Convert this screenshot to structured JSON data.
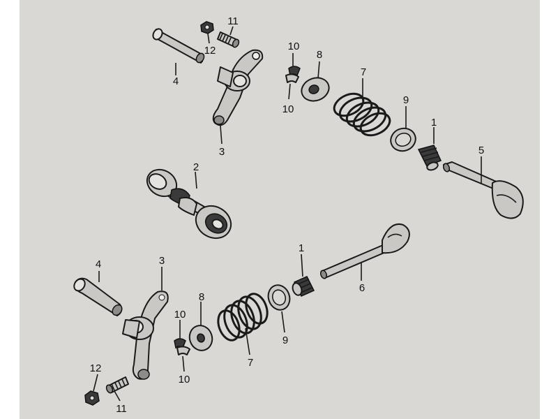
{
  "callouts": {
    "c1_top": "1",
    "c1_bottom": "1",
    "c2": "2",
    "c3_top": "3",
    "c3_bottom": "3",
    "c4_top": "4",
    "c4_bottom": "4",
    "c5": "5",
    "c6": "6",
    "c7_top": "7",
    "c7_bottom": "7",
    "c8_top": "8",
    "c8_bottom": "8",
    "c9_top": "9",
    "c9_bottom": "9",
    "c10_top_a": "10",
    "c10_top_b": "10",
    "c10_bottom_a": "10",
    "c10_bottom_b": "10",
    "c11_top": "11",
    "c11_bottom": "11",
    "c12_top": "12",
    "c12_bottom": "12"
  },
  "colors": {
    "sheet": "#d9d8d5",
    "ink": "#1a1a1a",
    "part_fill": "#c9c8c5"
  }
}
